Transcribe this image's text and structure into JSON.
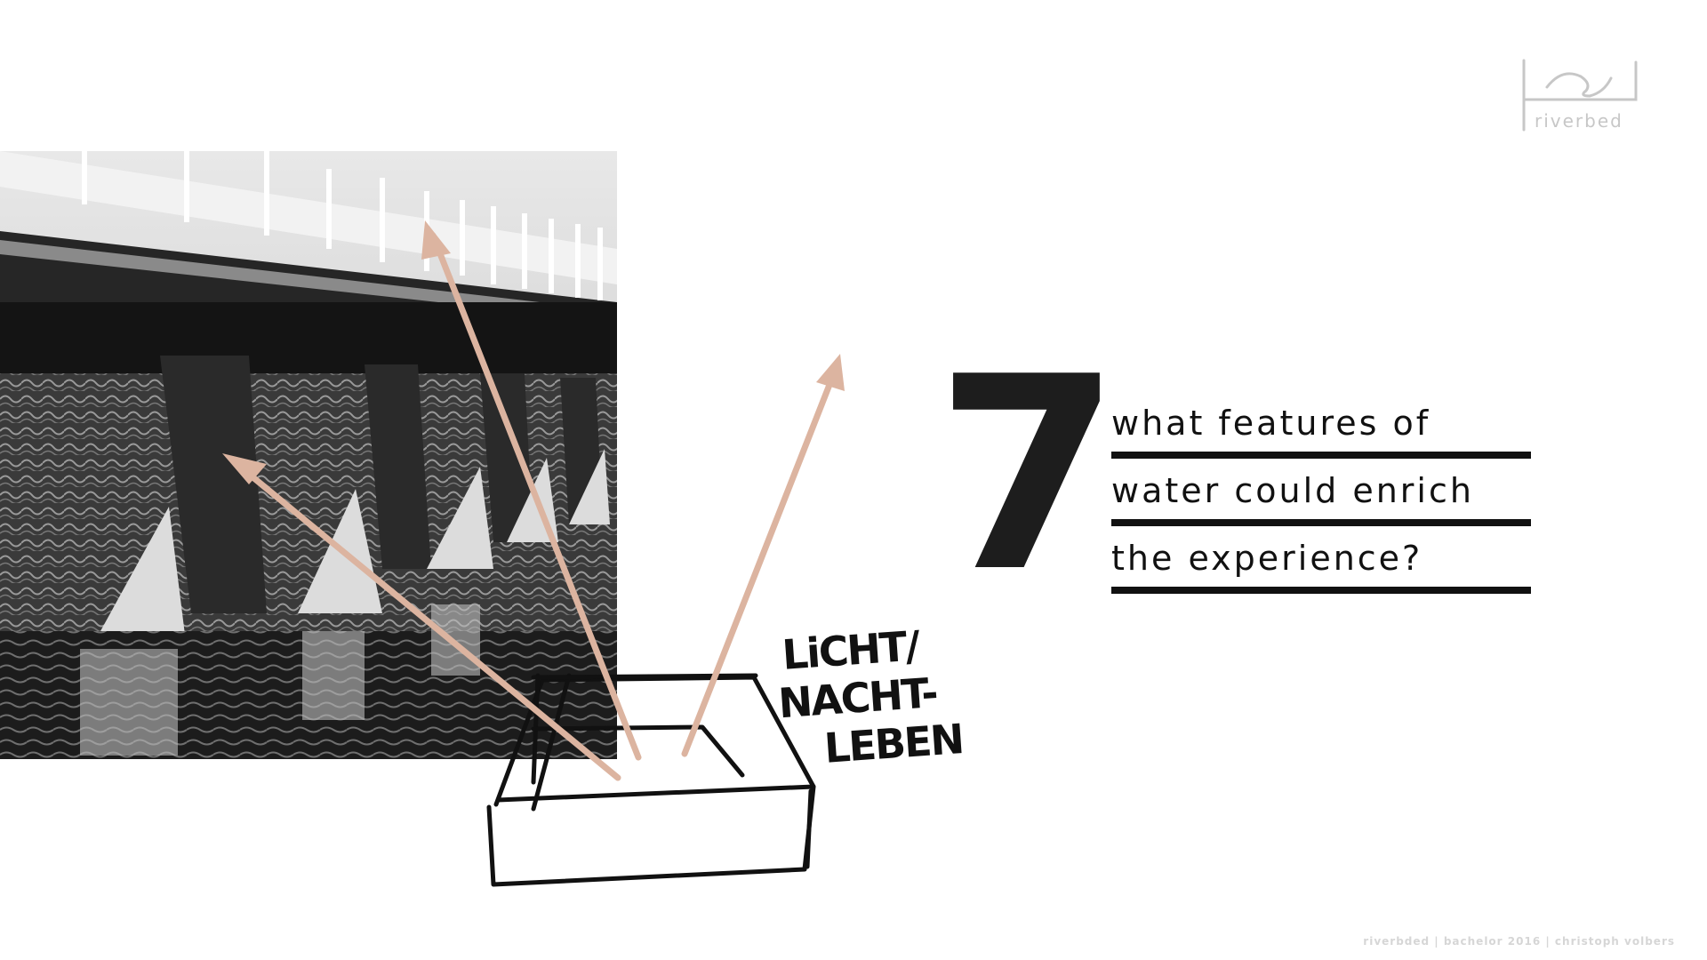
{
  "slide": {
    "number": "7",
    "question_lines": [
      "what features of",
      "water could enrich",
      "the experience?"
    ]
  },
  "sketch_note": {
    "lines": [
      "LiCHT/",
      "NACHT-",
      "LEBEN"
    ]
  },
  "logo": {
    "name": "riverbed"
  },
  "footer": {
    "text": "riverbded | bachelor 2016 | christoph volbers"
  },
  "colors": {
    "arrow": "#dcb4a0",
    "text": "#111111",
    "logo": "#c7c7c7"
  },
  "icons": {
    "photo": "bridge-photo",
    "sketch": "light-box-sketch-icon",
    "logo": "riverbed-logo-icon"
  }
}
